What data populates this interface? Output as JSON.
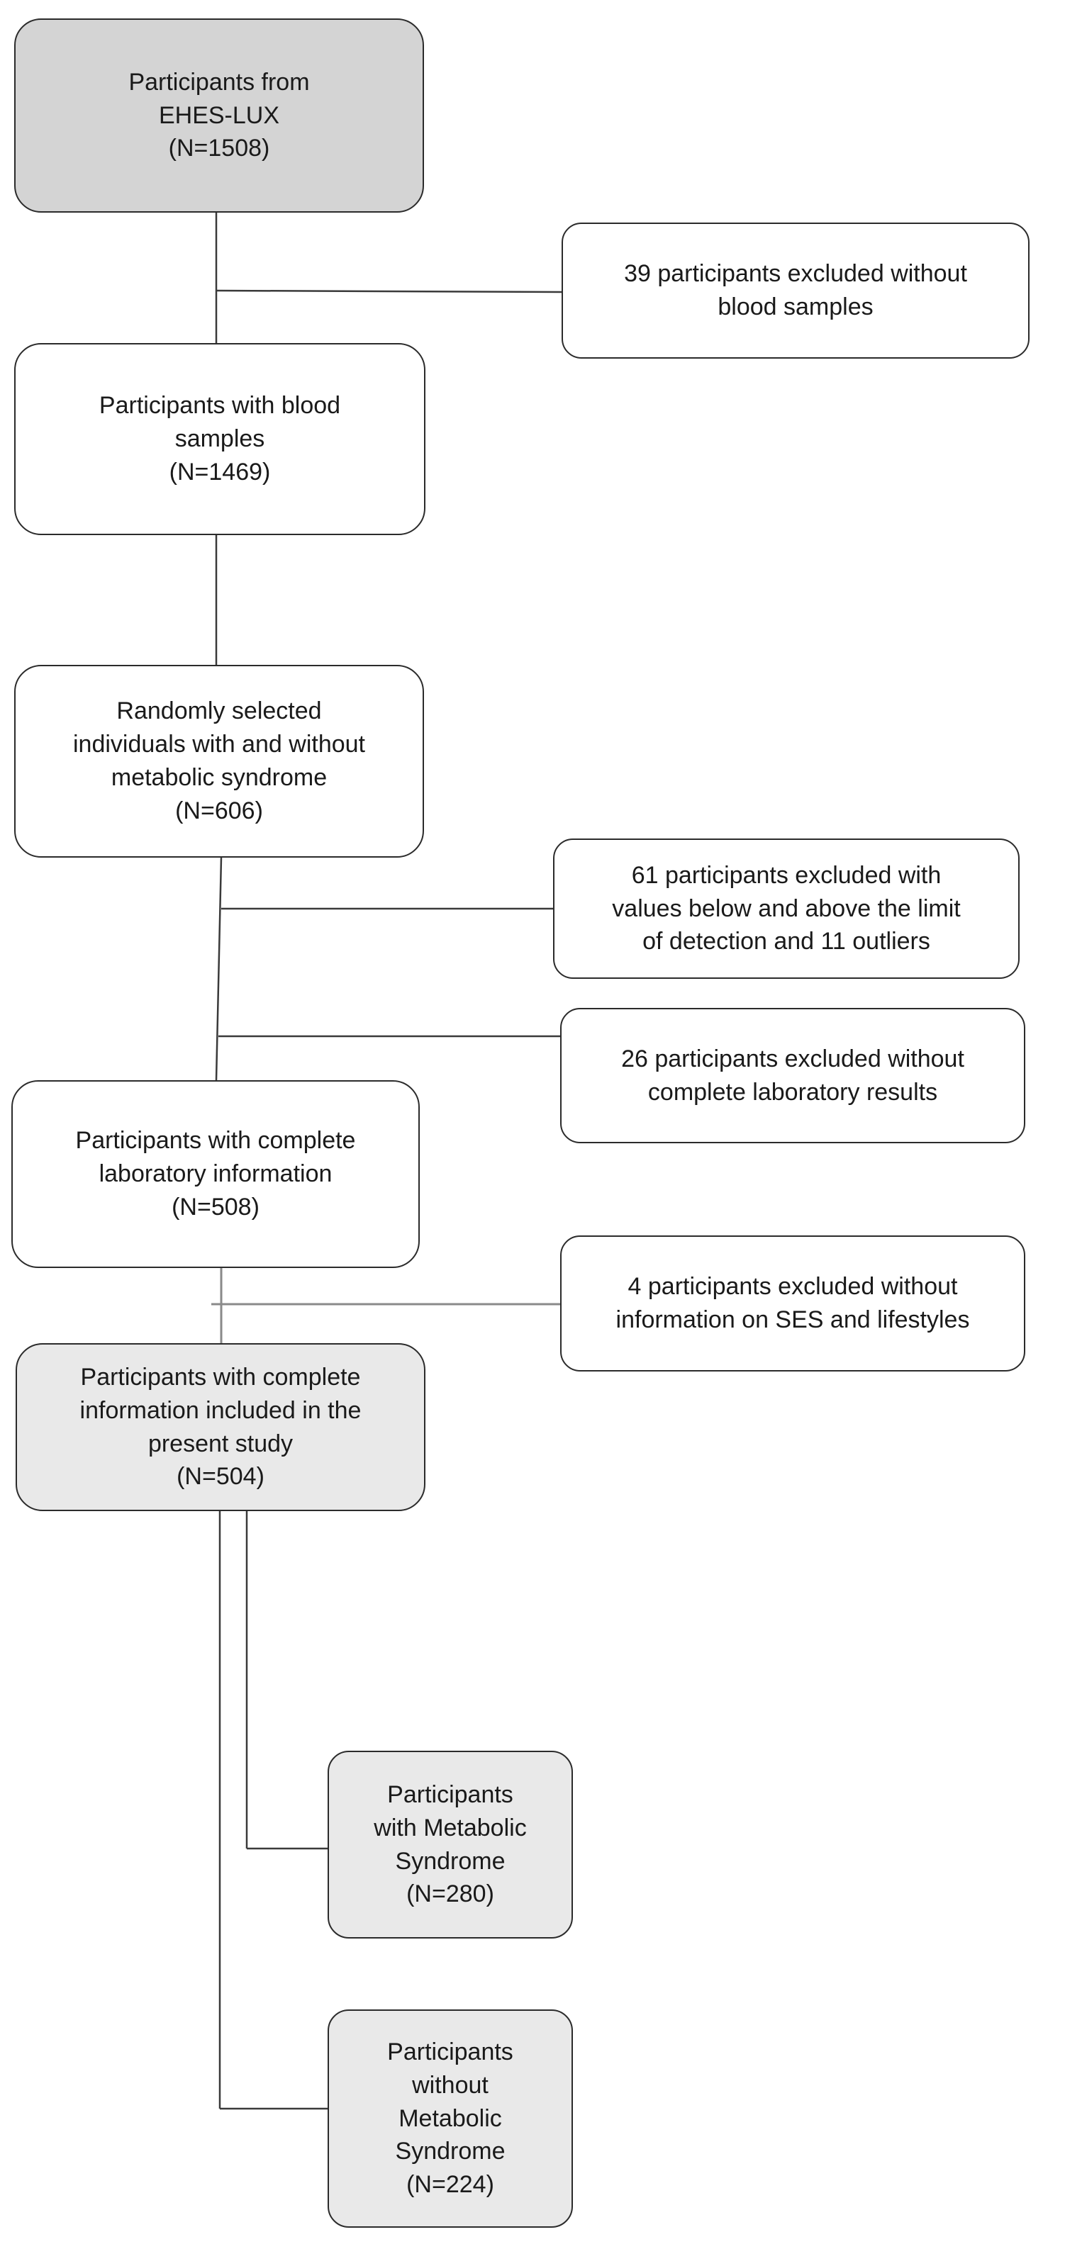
{
  "flowchart": {
    "main_boxes": [
      {
        "id": "ehes",
        "lines": [
          "Participants from",
          "EHES-LUX",
          "(N=1508)"
        ]
      },
      {
        "id": "blood",
        "lines": [
          "Participants with blood",
          "samples",
          "(N=1469)"
        ]
      },
      {
        "id": "random",
        "lines": [
          "Randomly selected",
          "individuals with and without",
          "metabolic syndrome",
          "(N=606)"
        ]
      },
      {
        "id": "lab",
        "lines": [
          "Participants with complete",
          "laboratory information",
          "(N=508)"
        ]
      },
      {
        "id": "final",
        "lines": [
          "Participants with complete",
          "information included in the",
          "present study",
          "(N=504)"
        ]
      }
    ],
    "exclusion_boxes": [
      {
        "id": "excl-blood",
        "lines": [
          "39 participants excluded without",
          "blood samples"
        ]
      },
      {
        "id": "excl-lod",
        "lines": [
          "61 participants excluded with",
          "values below and above the limit",
          "of detection and 11 outliers"
        ]
      },
      {
        "id": "excl-lab",
        "lines": [
          "26 participants excluded without",
          "complete laboratory results"
        ]
      },
      {
        "id": "excl-ses",
        "lines": [
          "4 participants excluded without",
          "information on SES and lifestyles"
        ]
      }
    ],
    "subgroup_boxes": [
      {
        "id": "with-mets",
        "lines": [
          "Participants",
          "with Metabolic",
          "Syndrome",
          "(N=280)"
        ]
      },
      {
        "id": "without-mets",
        "lines": [
          "Participants",
          "without",
          "Metabolic",
          "Syndrome",
          "(N=224)"
        ]
      }
    ],
    "colors": {
      "stroke": "#2b2b2b",
      "connector": "#3a3a3a",
      "connector_light": "#8a8a8a",
      "start_fill": "#d4d4d4",
      "final_fill": "#e9e9e9",
      "plain_fill": "#ffffff"
    }
  }
}
